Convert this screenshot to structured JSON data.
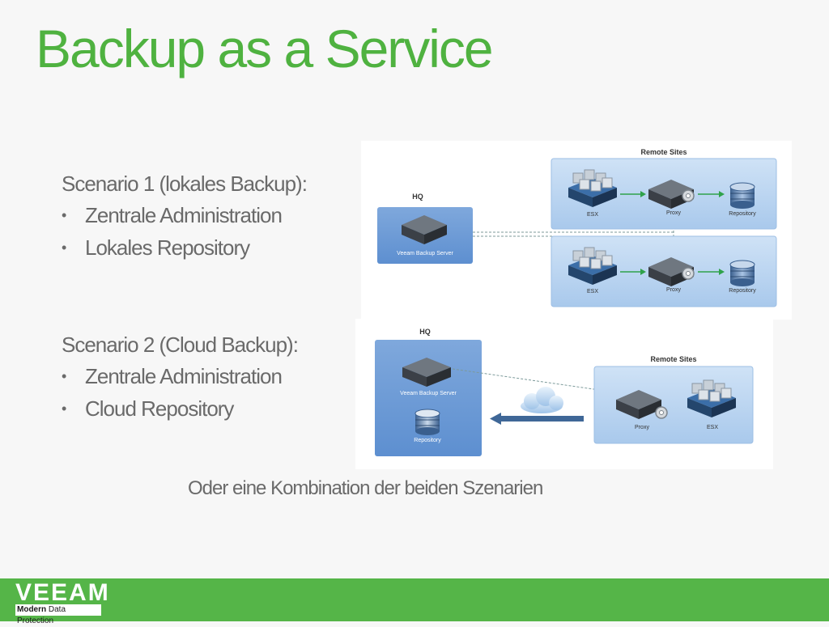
{
  "title": "Backup as a Service",
  "scenario1": {
    "heading": "Scenario 1 (lokales Backup):",
    "items": [
      "Zentrale Administration",
      "Lokales Repository"
    ]
  },
  "scenario2": {
    "heading": "Scenario 2 (Cloud Backup):",
    "items": [
      "Zentrale Administration",
      "Cloud Repository"
    ]
  },
  "footnote": "Oder eine Kombination der beiden Szenarien",
  "diagram1": {
    "hq_label": "HQ",
    "server_label": "Veeam Backup Server",
    "remote_label": "Remote Sites",
    "esx_label": "ESX",
    "proxy_label": "Proxy",
    "repository_label": "Repository"
  },
  "diagram2": {
    "hq_label": "HQ",
    "server_label": "Veeam Backup Server",
    "repository_label": "Repository",
    "remote_label": "Remote Sites",
    "proxy_label": "Proxy",
    "esx_label": "ESX"
  },
  "logo": {
    "word": "VEEAM",
    "tagline_bold": "Modern",
    "tagline_rest": " Data Protection"
  },
  "colors": {
    "title": "#4fb240",
    "footer": "#55b548",
    "panel": "#b8d4f0",
    "text": "#6a6a6a"
  }
}
